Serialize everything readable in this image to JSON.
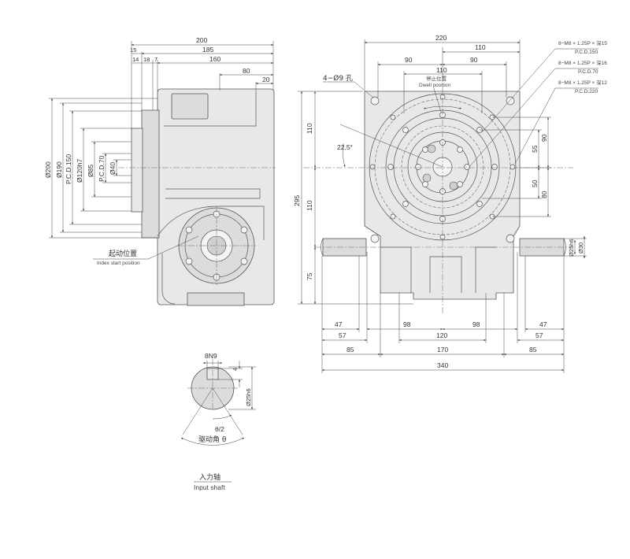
{
  "side_view": {
    "horizontal_dims": [
      "200",
      "185",
      "15",
      "14",
      "18",
      "7",
      "160",
      "80",
      "20"
    ],
    "vertical_dims": [
      "Ø200",
      "Ø190",
      "P.C.D.150",
      "Ø120h7",
      "Ø85",
      "P.C.D.70",
      "Ø40"
    ],
    "index_label_cn": "起动位置",
    "index_label_en": "Index start position"
  },
  "front_view": {
    "top_dims": [
      "220",
      "110",
      "90",
      "90",
      "110"
    ],
    "hole_label": "4−Ø9 孔",
    "dwell_label_cn": "停止位置",
    "dwell_label_en": "Dwell position",
    "angle": "22.5°",
    "callouts": [
      {
        "thread": "8−M8 × 1.25P × 深15",
        "pcd": "P.C.D.150"
      },
      {
        "thread": "8−M8 × 1.25P × 深16",
        "pcd": "P.C.D.70"
      },
      {
        "thread": "8−M8 × 1.25P × 深12",
        "pcd": "P.C.D.220"
      }
    ],
    "left_vertical_dims": [
      "295",
      "110",
      "110",
      "75"
    ],
    "right_vertical_dims": [
      "90",
      "55",
      "50",
      "80"
    ],
    "shaft_dims": [
      "Ø25h6",
      "Ø30"
    ],
    "bottom_dims_row1": [
      "47",
      "98",
      "98",
      "47"
    ],
    "bottom_dims_row2": [
      "57",
      "120",
      "57"
    ],
    "bottom_dims_row3": [
      "85",
      "170",
      "85"
    ],
    "bottom_dims_row4": [
      "340"
    ]
  },
  "input_shaft": {
    "key_label": "8N9",
    "depth": "4",
    "dia": "Ø25h6",
    "half_angle": "θ/2",
    "angle_label": "驱动角 θ",
    "title_cn": "入力轴",
    "title_en": "Input shaft"
  }
}
